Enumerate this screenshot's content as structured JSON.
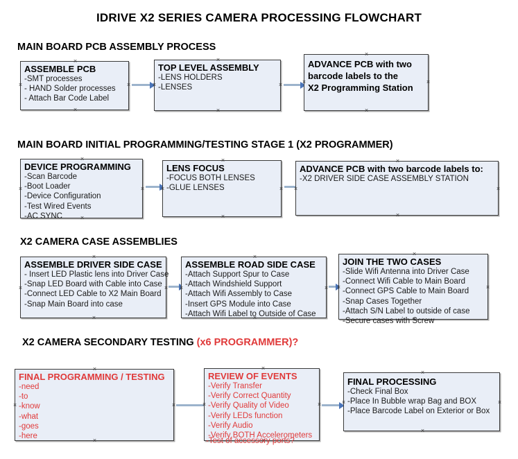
{
  "document": {
    "title": "IDRIVE X2  SERIES CAMERA PROCESSING FLOWCHART",
    "colors": {
      "box_fill": "#e9eef7",
      "box_border": "#3a3a3a",
      "connector": "#9cb3cc",
      "arrowhead": "#4a74b8",
      "accent_red": "#e03a3a",
      "text": "#000000"
    }
  },
  "sections": [
    {
      "id": "main-board-pcb-assembly",
      "heading": "MAIN BOARD PCB ASSEMBLY PROCESS",
      "heading_accent": "",
      "boxes": [
        {
          "id": "assemble-pcb",
          "title": "ASSEMBLE PCB",
          "lines": [
            "-SMT processes",
            "- HAND Solder processes",
            "- Attach Bar Code Label"
          ],
          "red": false
        },
        {
          "id": "top-level-assembly",
          "title": "TOP LEVEL ASSEMBLY",
          "lines": [
            "-LENS HOLDERS",
            "-LENSES"
          ],
          "red": false
        },
        {
          "id": "advance-pcb-programming-station",
          "title": "ADVANCE PCB with two\nbarcode labels to the\n X2 Programming Station",
          "lines": [],
          "red": false
        }
      ]
    },
    {
      "id": "main-board-initial-programming",
      "heading": "MAIN BOARD INITIAL PROGRAMMING/TESTING STAGE 1 (X2 PROGRAMMER)",
      "heading_accent": "",
      "boxes": [
        {
          "id": "device-programming",
          "title": "DEVICE PROGRAMMING",
          "lines": [
            "-Scan Barcode",
            "-Boot Loader",
            "-Device Configuration",
            "-Test Wired Events",
            "-AC SYNC"
          ],
          "red": false
        },
        {
          "id": "lens-focus",
          "title": "LENS FOCUS",
          "lines": [
            "-FOCUS BOTH LENSES",
            "-GLUE LENSES"
          ],
          "red": false
        },
        {
          "id": "advance-pcb-driver-side-case",
          "title": "ADVANCE PCB with two barcode labels to:",
          "lines": [
            "-X2 DRIVER  SIDE  CASE  ASSEMBLY STATION"
          ],
          "red": false
        }
      ]
    },
    {
      "id": "x2-camera-case-assemblies",
      "heading": "X2 CAMERA CASE ASSEMBLIES",
      "heading_accent": "",
      "boxes": [
        {
          "id": "assemble-driver-side-case",
          "title": "ASSEMBLE DRIVER SIDE CASE",
          "lines": [
            "- Insert LED Plastic lens into Driver Case",
            "-Snap LED Board with Cable into Case",
            "-Connect LED Cable to X2 Main Board",
            "-Snap Main Board into case"
          ],
          "red": false
        },
        {
          "id": "assemble-road-side-case",
          "title": "ASSEMBLE ROAD SIDE CASE",
          "lines": [
            "-Attach Support Spur to Case",
            "-Attach Windshield Support",
            "-Attach Wifi Assembly to Case",
            "-Insert GPS Module into Case",
            "-Attach Wifi Label to Outside of Case"
          ],
          "red": false
        },
        {
          "id": "join-the-two-cases",
          "title": "JOIN THE TWO CASES",
          "lines": [
            "-Slide Wifi Antenna into Driver Case",
            "-Connect Wifi Cable to Main Board",
            "-Connect GPS Cable to Main Board",
            "-Snap Cases Together",
            "-Attach S/N Label to outside of case",
            "-Secure cases with Screw"
          ],
          "red": false
        }
      ]
    },
    {
      "id": "x2-camera-secondary-testing",
      "heading": "X2 CAMERA SECONDARY TESTING ",
      "heading_accent": "(x6 PROGRAMMER)?",
      "boxes": [
        {
          "id": "final-programming-testing",
          "title": "FINAL PROGRAMMING / TESTING",
          "lines": [
            "-need",
            "-to",
            "-know",
            "-what",
            "-goes",
            "-here"
          ],
          "red": true
        },
        {
          "id": "review-of-events",
          "title": "REVIEW OF EVENTS",
          "lines": [
            "-Verify Transfer",
            "-Verify Correct Quantity",
            "-Verify Quality of Video",
            "-Verify LEDs function",
            "-Verify Audio",
            "-Verify BOTH Accelerometers"
          ],
          "overflow_line": "-Test of accessory ports?",
          "red": true
        },
        {
          "id": "final-processing",
          "title": "FINAL PROCESSING",
          "lines": [
            " -Check Final Box",
            "-Place In Bubble wrap Bag and BOX",
            "-Place Barcode Label on Exterior or Box"
          ],
          "red": false
        }
      ]
    }
  ]
}
